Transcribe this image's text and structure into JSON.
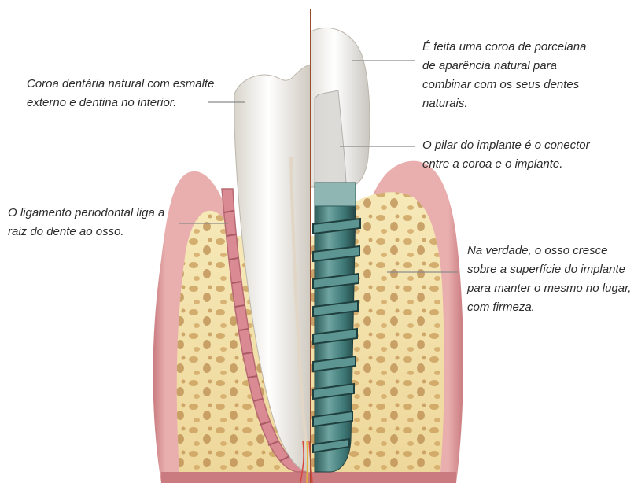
{
  "labels": {
    "natural_crown": "Coroa dentária natural com esmalte externo e dentina no interior.",
    "periodontal_ligament": "O ligamento periodontal liga a raiz do dente ao osso.",
    "porcelain_crown": "É feita uma coroa de porcelana de aparência natural para combinar com os seus dentes naturais.",
    "abutment": "O pilar do implante é o conector entre a coroa e o implante.",
    "bone_growth": "Na verdade, o osso cresce sobre a superfície do implante para manter o mesmo no lugar, com firmeza."
  },
  "colors": {
    "gum": "#e6a7a7",
    "gum_dark": "#c97b80",
    "bone": "#f1e1a8",
    "bone_pore": "#c89a58",
    "tooth": "#f4f1ea",
    "implant": "#3f7a78",
    "divider": "#9a4a2e"
  }
}
